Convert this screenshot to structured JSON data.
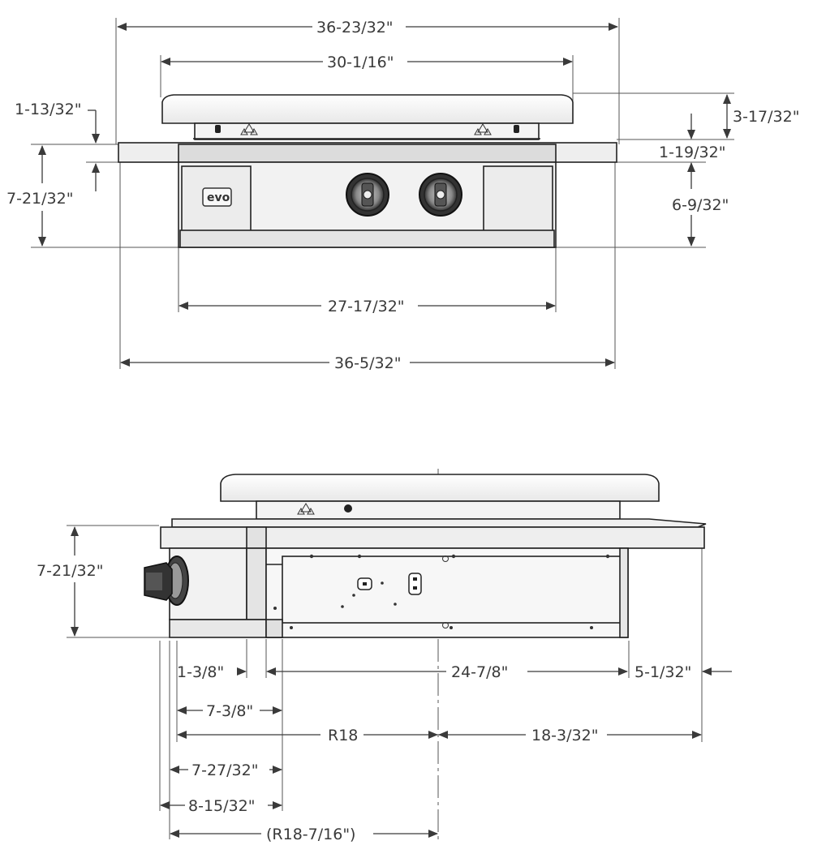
{
  "front_view": {
    "dims": {
      "overall_top_width": "36-23/32\"",
      "lid_width": "30-1/16\"",
      "lid_drop": "1-13/32\"",
      "lid_height": "3-17/32\"",
      "rim_height": "1-19/32\"",
      "body_height_left": "7-21/32\"",
      "body_height_right": "6-9/32\"",
      "cabinet_width": "27-17/32\"",
      "overall_base_width": "36-5/32\""
    },
    "logo": "evo"
  },
  "side_view": {
    "dims": {
      "height": "7-21/32\"",
      "knob_offset": "1-3/8\"",
      "body_depth": "24-7/8\"",
      "rear_overhang": "5-1/32\"",
      "dim_7_3_8": "7-3/8\"",
      "radius": "R18",
      "front_to_center": "18-3/32\"",
      "dim_7_27_32": "7-27/32\"",
      "dim_8_15_32": "8-15/32\"",
      "radius_ref": "(R18-7/16\")"
    }
  }
}
